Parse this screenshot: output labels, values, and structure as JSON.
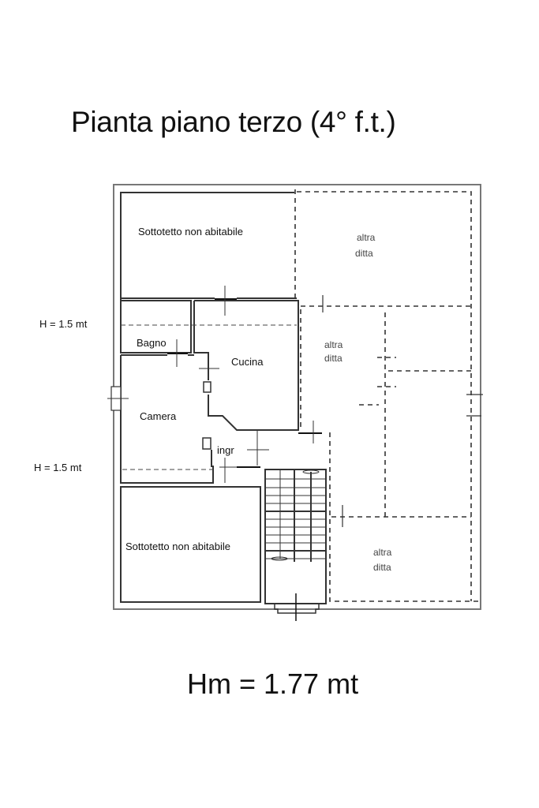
{
  "title": "Pianta piano terzo (4° f.t.)",
  "footer": "Hm = 1.77 mt",
  "height_annotations": [
    {
      "label": "H = 1.5 mt"
    },
    {
      "label": "H = 1.5 mt"
    }
  ],
  "rooms": {
    "sottotetto_top": "Sottotetto non abitabile",
    "bagno": "Bagno",
    "cucina": "Cucina",
    "camera": "Camera",
    "ingresso": "ingr",
    "sottotetto_bottom": "Sottotetto non abitabile"
  },
  "other_units": [
    {
      "line1": "altra",
      "line2": "ditta"
    },
    {
      "line1": "altra",
      "line2": "ditta"
    },
    {
      "line1": "altra",
      "line2": "ditta"
    }
  ]
}
